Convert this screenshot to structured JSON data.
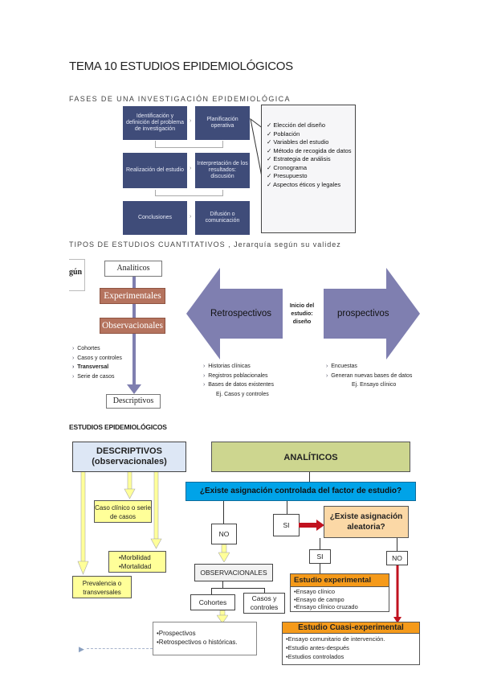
{
  "title": "TEMA 10 ESTUDIOS EPIDEMIOLÓGICOS",
  "section1": {
    "heading": "FASES DE UNA INVESTIGACIÓN EPIDEMIOLÓGICA",
    "boxes": [
      "Identificación y definición del problema de investigación",
      "Planificación operativa",
      "Realización del estudio",
      "Interpretación de los resultados: discusión",
      "Conclusiones",
      "Difusión o comunicación"
    ],
    "checklist": [
      "Elección del diseño",
      "Población",
      "Variables del estudio",
      "Método de recogida de datos",
      "Estrategia de análisis",
      "Cronograma",
      "Presupuesto",
      "Aspectos éticos y legales"
    ]
  },
  "section2": {
    "heading": "TIPOS DE ESTUDIOS CUANTITATIVOS , Jerarquía según su validez",
    "cut_label": "gún",
    "analiticos": "Analíticos",
    "experimentales": "Experimentales",
    "observacionales": "Observacionales",
    "descriptivos": "Descriptivos",
    "left_list": [
      "Cohortes",
      "Casos y controles",
      "Transversal",
      "Serie de casos"
    ],
    "retro": "Retrospectivos",
    "center": "Inicio del estudio: diseño",
    "prosp": "prospectivos",
    "retro_list": [
      "Historias clínicas",
      "Registros poblacionales",
      "Bases de datos existentes"
    ],
    "retro_example": "Ej. Casos y controles",
    "prosp_list": [
      "Encuestas",
      "Generan nuevas bases de datos"
    ],
    "prosp_example": "Ej. Ensayo clínico"
  },
  "section3": {
    "heading": "ESTUDIOS EPIDEMIOLÓGICOS",
    "descriptivos": "DESCRIPTIVOS",
    "descriptivos_sub": "(observacionales)",
    "analiticos": "ANALÍTICOS",
    "question1": "¿Existe asignación controlada del factor de estudio?",
    "si1": "SI",
    "question2": "¿Existe asignación aleatoria?",
    "no1": "NO",
    "si2": "SI",
    "no2": "NO",
    "caso_clinico": "Caso clínico o serie de casos",
    "morb": [
      "•Morbilidad",
      "•Mortalidad"
    ],
    "prevalencia": "Prevalencia o transversales",
    "observacionales": "OBSERVACIONALES",
    "exp_title": "Estudio experimental",
    "exp_items": [
      "•Ensayo clínico",
      "•Ensayo de campo",
      "•Ensayo clínico cruzado"
    ],
    "cohortes": "Cohortes",
    "casos_controles": "Casos y controles",
    "cuasi_title": "Estudio Cuasi-experimental",
    "cuasi_items": [
      "•Ensayo comunitario de intervención.",
      "•Estudio antes-después",
      "•Estudios controlados"
    ],
    "prosp_items": [
      "•Prospectivos",
      "•Retrospectivos o históricas."
    ]
  },
  "colors": {
    "navy": "#3f4c79",
    "brown": "#b5735e",
    "lavender": "#7f7fb0",
    "olive": "#cdd68f",
    "cyan": "#00a3e8",
    "yellow": "#ffff99",
    "orange": "#f59a1a",
    "peach": "#fbd8a6"
  }
}
